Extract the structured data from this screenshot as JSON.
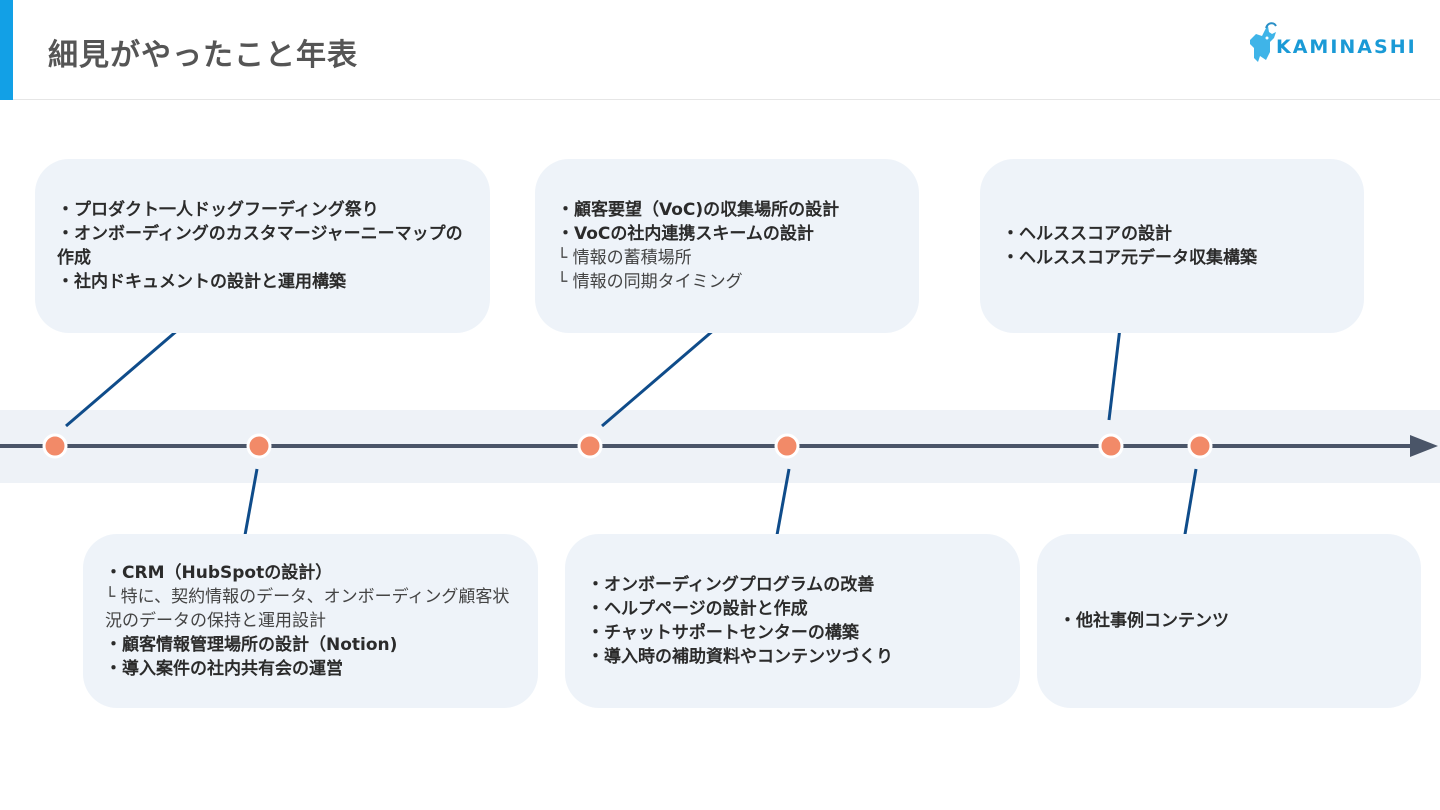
{
  "header": {
    "title": "細見がやったこと年表",
    "logo_text": "KAMINASHI",
    "logo_icon": "goat-icon",
    "accent_color": "#12a0e6"
  },
  "timeline": {
    "line_color": "#4a5568",
    "marker_color": "#f28a68",
    "connector_color": "#0f4c8a",
    "band_color": "#eef2f7"
  },
  "cards": [
    {
      "id": "card-1",
      "position": "above",
      "lines": [
        {
          "text": "・プロダクト一人ドッグフーディング祭り",
          "bold": true
        },
        {
          "text": "・オンボーディングのカスタマージャーニーマップの作成",
          "bold": true
        },
        {
          "text": "・社内ドキュメントの設計と運用構築",
          "bold": true
        }
      ]
    },
    {
      "id": "card-2",
      "position": "below",
      "lines": [
        {
          "text": "・CRM（HubSpotの設計）",
          "bold": true
        },
        {
          "text": "└ 特に、契約情報のデータ、オンボーディング顧客状況のデータの保持と運用設計",
          "bold": false
        },
        {
          "text": "・顧客情報管理場所の設計（Notion)",
          "bold": true
        },
        {
          "text": "・導入案件の社内共有会の運営",
          "bold": true
        }
      ]
    },
    {
      "id": "card-3",
      "position": "above",
      "lines": [
        {
          "text": "・顧客要望（VoC)の収集場所の設計",
          "bold": true
        },
        {
          "text": "・VoCの社内連携スキームの設計",
          "bold": true
        },
        {
          "text": "└ 情報の蓄積場所",
          "bold": false
        },
        {
          "text": "└ 情報の同期タイミング",
          "bold": false
        }
      ]
    },
    {
      "id": "card-4",
      "position": "below",
      "lines": [
        {
          "text": "・オンボーディングプログラムの改善",
          "bold": true
        },
        {
          "text": "・ヘルプページの設計と作成",
          "bold": true
        },
        {
          "text": "・チャットサポートセンターの構築",
          "bold": true
        },
        {
          "text": "・導入時の補助資料やコンテンツづくり",
          "bold": true
        }
      ]
    },
    {
      "id": "card-5",
      "position": "above",
      "lines": [
        {
          "text": "・ヘルススコアの設計",
          "bold": true
        },
        {
          "text": "・ヘルススコア元データ収集構築",
          "bold": true
        }
      ]
    },
    {
      "id": "card-6",
      "position": "below",
      "lines": [
        {
          "text": "・他社事例コンテンツ",
          "bold": true
        }
      ]
    }
  ]
}
